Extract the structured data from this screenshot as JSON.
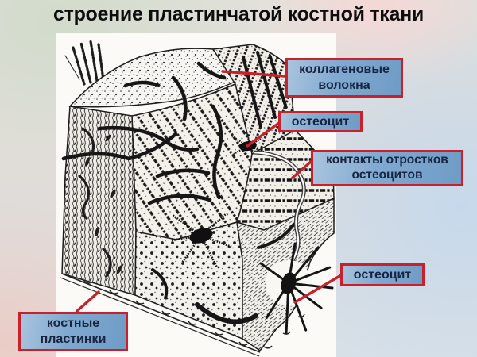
{
  "slide": {
    "title": "строение пластинчатой костной ткани"
  },
  "labels": [
    {
      "key": "collagen-fibers",
      "line1": "коллагеновые",
      "line2": "волокна"
    },
    {
      "key": "osteocyte-top",
      "line1": "остеоцит",
      "line2": ""
    },
    {
      "key": "osteocyte-process-contacts",
      "line1": "контакты отростков",
      "line2": "остеоцитов"
    },
    {
      "key": "osteocyte-bottom",
      "line1": "остеоцит",
      "line2": ""
    },
    {
      "key": "bone-lamellae",
      "line1": "костные",
      "line2": "пластинки"
    }
  ],
  "colors": {
    "title_text": "#0d0d0d",
    "label_fill_light": "#a9c4de",
    "label_fill": "#7fa9d0",
    "label_fill_dark": "#6f9cc6",
    "label_border": "#c9212c",
    "label_text": "#17233f",
    "leader_line": "#c9212c",
    "panel": "#fbfaf7",
    "bg_green": "#d3dccd",
    "bg_pink": "#eed9d4",
    "bg_blue": "#c6d9ec",
    "ink": "#1b1b1b"
  }
}
